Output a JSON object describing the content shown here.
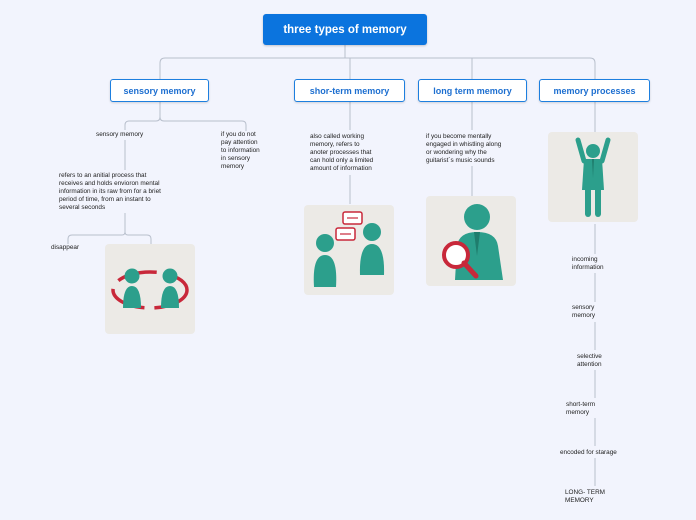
{
  "root": {
    "title": "three types of memory"
  },
  "topics": {
    "sensory": "sensory memory",
    "short_term": "shor-term memory",
    "long_term": "long term memory",
    "processes": "memory processes"
  },
  "sensory_branch": {
    "sub": "sensory memory",
    "definition": "refers to an anitial process that\nreceives and holds envioron mental\ninformation in its raw from for a briet\nperiod of time, from an instant to\nseveral seconds",
    "disappear": "disappear",
    "no_attention": "if you do not\npay attention\nto information\nin sensory\nmemory"
  },
  "short_term_branch": {
    "note": "also called working\nmemory, refers to\nanoter processes that\ncan hold only a limited\namount of information"
  },
  "long_term_branch": {
    "note": "if you become mentally\nengaged in whistling along\nor wondering why the\nguitarist´s music sounds"
  },
  "processes_branch": {
    "steps": [
      "incoming\ninformation",
      "sensory\nmemory",
      "selective\nattention",
      "short-term\nmemory",
      "encoded for starage",
      "LONG- TERM\nMEMORY"
    ]
  },
  "colors": {
    "root_bg": "#0b74de",
    "topic_border": "#1d7fdf",
    "figure_teal": "#2c9f8c",
    "accent_red": "#c8283a",
    "connector": "#b8bfcc",
    "background": "#f2f4fd"
  },
  "icons": {
    "sensory": "two-people-exchange-icon",
    "short_term": "people-conversation-icon",
    "long_term": "magnifier-person-icon",
    "processes": "person-arms-raised-icon"
  }
}
